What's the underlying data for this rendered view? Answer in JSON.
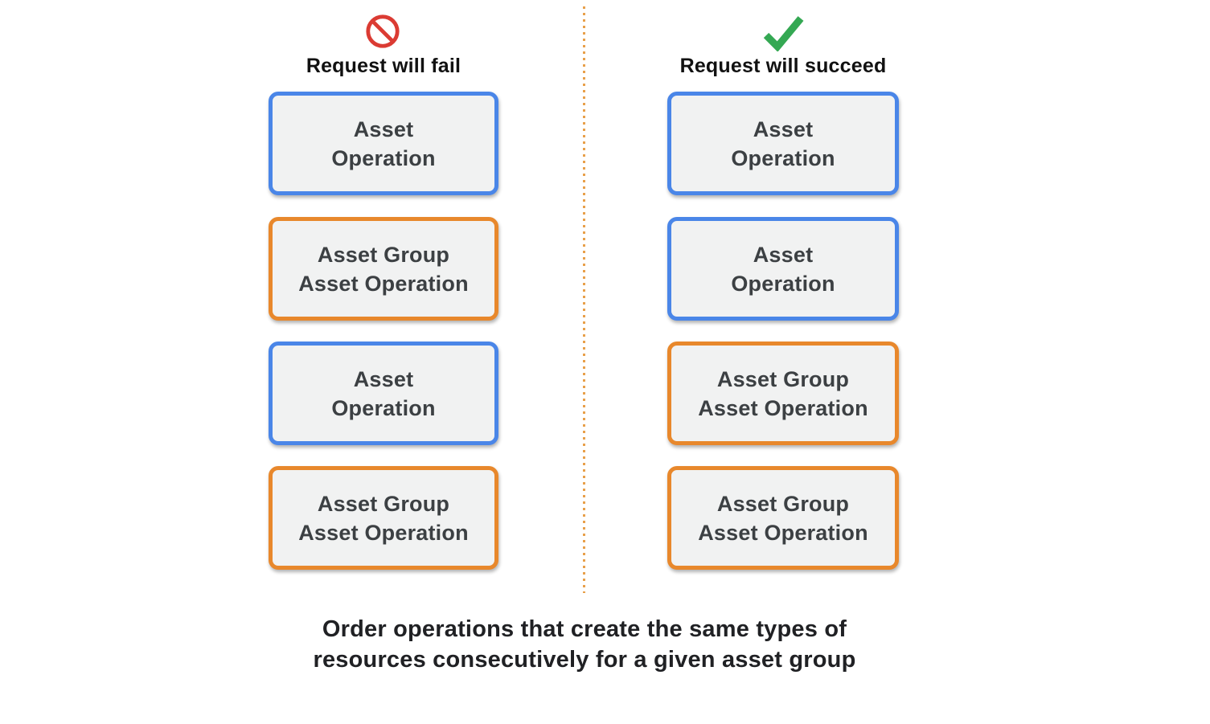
{
  "colors": {
    "blue_border": "#4a86e8",
    "orange_border": "#e8882c",
    "red_icon": "#db3b33",
    "green_icon": "#34a853",
    "box_fill": "#f1f2f2",
    "box_text": "#3c4043",
    "divider": "#e8a04a",
    "caption_text": "#202124"
  },
  "columns": [
    {
      "icon": "prohibited-icon",
      "header": "Request will fail",
      "boxes": [
        {
          "type": "asset-operation",
          "line1": "Asset",
          "line2": "Operation"
        },
        {
          "type": "asset-group-asset-operation",
          "line1": "Asset Group",
          "line2": "Asset Operation"
        },
        {
          "type": "asset-operation",
          "line1": "Asset",
          "line2": "Operation"
        },
        {
          "type": "asset-group-asset-operation",
          "line1": "Asset Group",
          "line2": "Asset Operation"
        }
      ]
    },
    {
      "icon": "check-icon",
      "header": "Request will succeed",
      "boxes": [
        {
          "type": "asset-operation",
          "line1": "Asset",
          "line2": "Operation"
        },
        {
          "type": "asset-operation",
          "line1": "Asset",
          "line2": "Operation"
        },
        {
          "type": "asset-group-asset-operation",
          "line1": "Asset Group",
          "line2": "Asset Operation"
        },
        {
          "type": "asset-group-asset-operation",
          "line1": "Asset Group",
          "line2": "Asset Operation"
        }
      ]
    }
  ],
  "caption": {
    "line1": "Order operations that create the same types of",
    "line2": "resources consecutively for a given asset group"
  }
}
